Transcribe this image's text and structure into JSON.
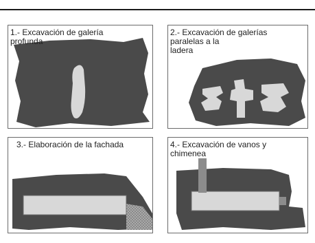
{
  "panels": [
    {
      "number": "1",
      "caption": "1.- Excavación de galería\nprofunda"
    },
    {
      "number": "2",
      "caption": "2.- Excavación de galerías\nparalelas a la\nladera"
    },
    {
      "number": "3",
      "caption": "3.- Elaboración de la fachada"
    },
    {
      "number": "4",
      "caption": "4.- Excavación de vanos y\nchimenea"
    }
  ],
  "colors": {
    "rock": "#4a4a4a",
    "cavity": "#d8d8d8",
    "shaft": "#8c8c8c",
    "hatch": "#b0b0b0",
    "border": "#6a6a6a"
  }
}
